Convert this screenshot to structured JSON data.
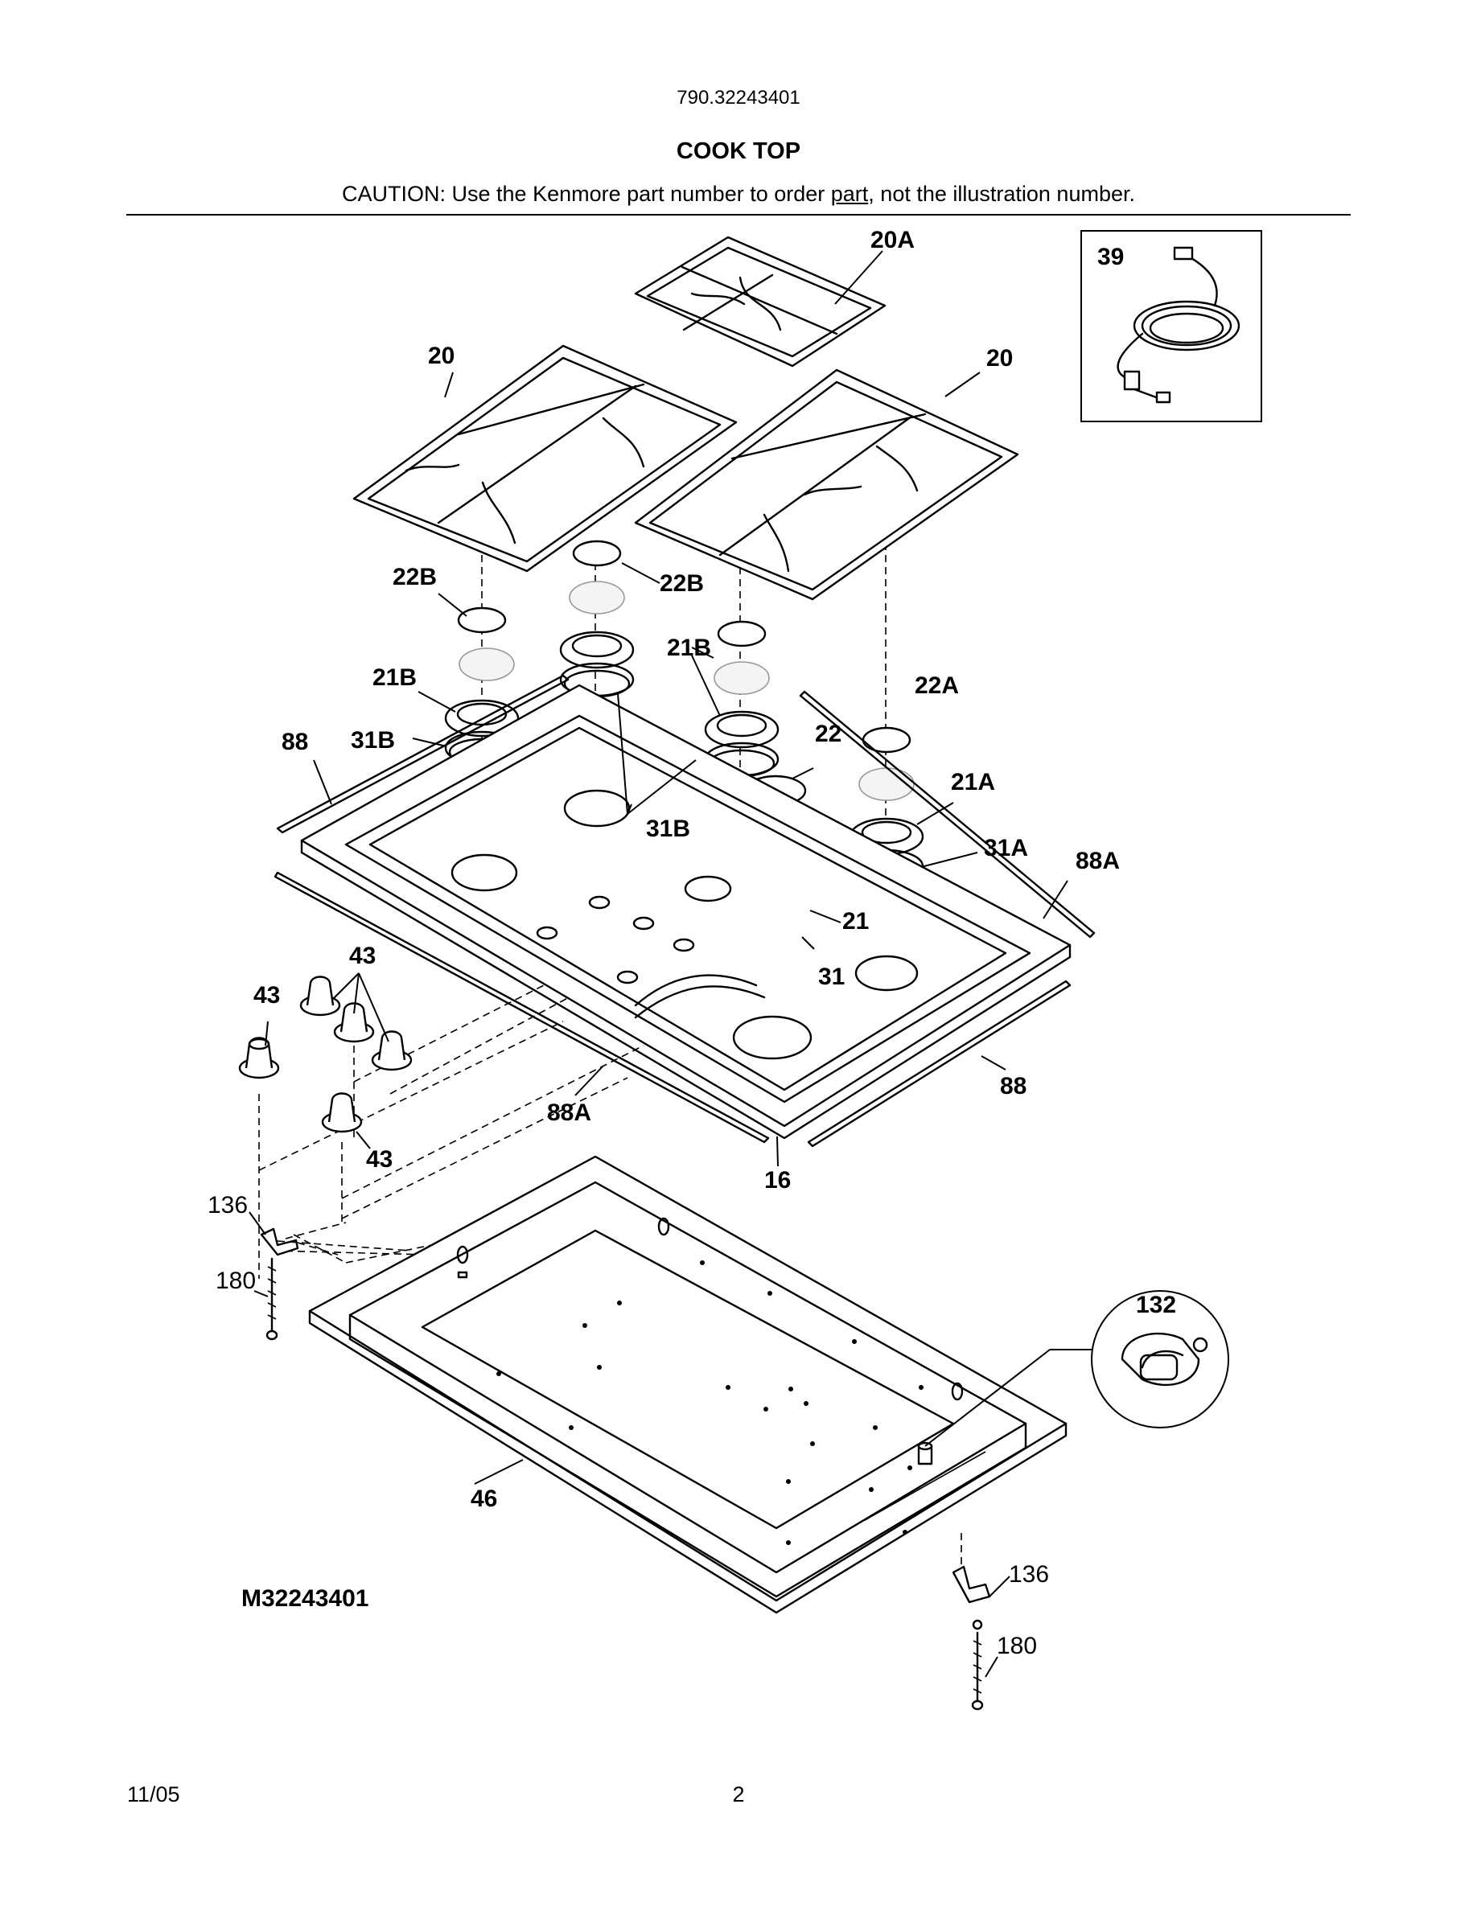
{
  "header": {
    "model_number": "790.32243401",
    "section_title": "COOK TOP",
    "caution_prefix": "CAUTION: Use the Kenmore part number to order ",
    "caution_underlined": "part",
    "caution_suffix": ", not the illustration number."
  },
  "footer": {
    "date": "11/05",
    "page_number": "2"
  },
  "diagram": {
    "drawing_id": "M32243401",
    "part_labels": {
      "grate_left": "20",
      "grate_right": "20",
      "grate_center": "20A",
      "power_cord": "39",
      "cap_left": "22B",
      "cap_center": "22B",
      "head_left": "21B",
      "head_center": "21B",
      "ring_left": "31B",
      "ring_center": "31B",
      "trim_left": "88",
      "cap_large": "22",
      "cap_right": "22A",
      "head_right": "21A",
      "ring_right": "31A",
      "trim_right_top": "88A",
      "head_large": "21",
      "ring_large": "31",
      "knobs_group": "43",
      "knob_left": "43",
      "knob_front": "43",
      "trim_front": "88A",
      "cooktop": "16",
      "trim_right_bottom": "88",
      "bracket_left": "136",
      "screw_left": "180",
      "burner_box": "46",
      "grommet": "132",
      "bracket_right": "136",
      "screw_right": "180"
    }
  }
}
